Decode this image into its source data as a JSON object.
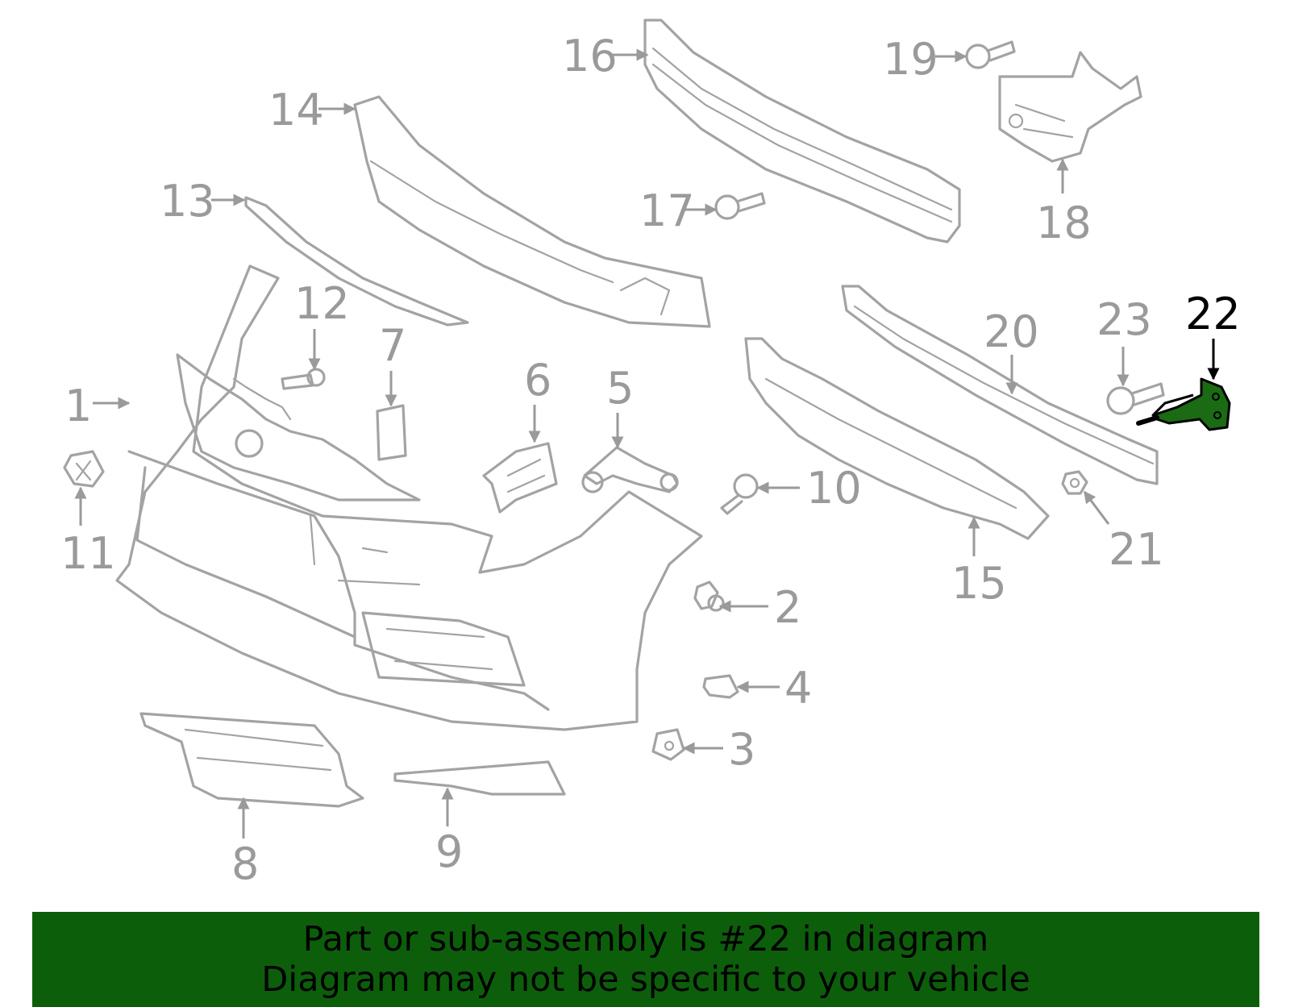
{
  "diagram": {
    "callouts": [
      "1",
      "2",
      "3",
      "4",
      "5",
      "6",
      "7",
      "8",
      "9",
      "10",
      "11",
      "12",
      "13",
      "14",
      "15",
      "16",
      "17",
      "18",
      "19",
      "20",
      "21",
      "22",
      "23"
    ],
    "highlighted_callout": "22",
    "colors": {
      "outline": "#a3a3a3",
      "label": "#9a9a9a",
      "highlight_label": "#000000",
      "highlight_part": "#1a6b14",
      "banner": "#0d5e0b"
    }
  },
  "banner": {
    "line1": "Part or sub-assembly is #22 in diagram",
    "line2": "Diagram may not be specific to your vehicle"
  }
}
